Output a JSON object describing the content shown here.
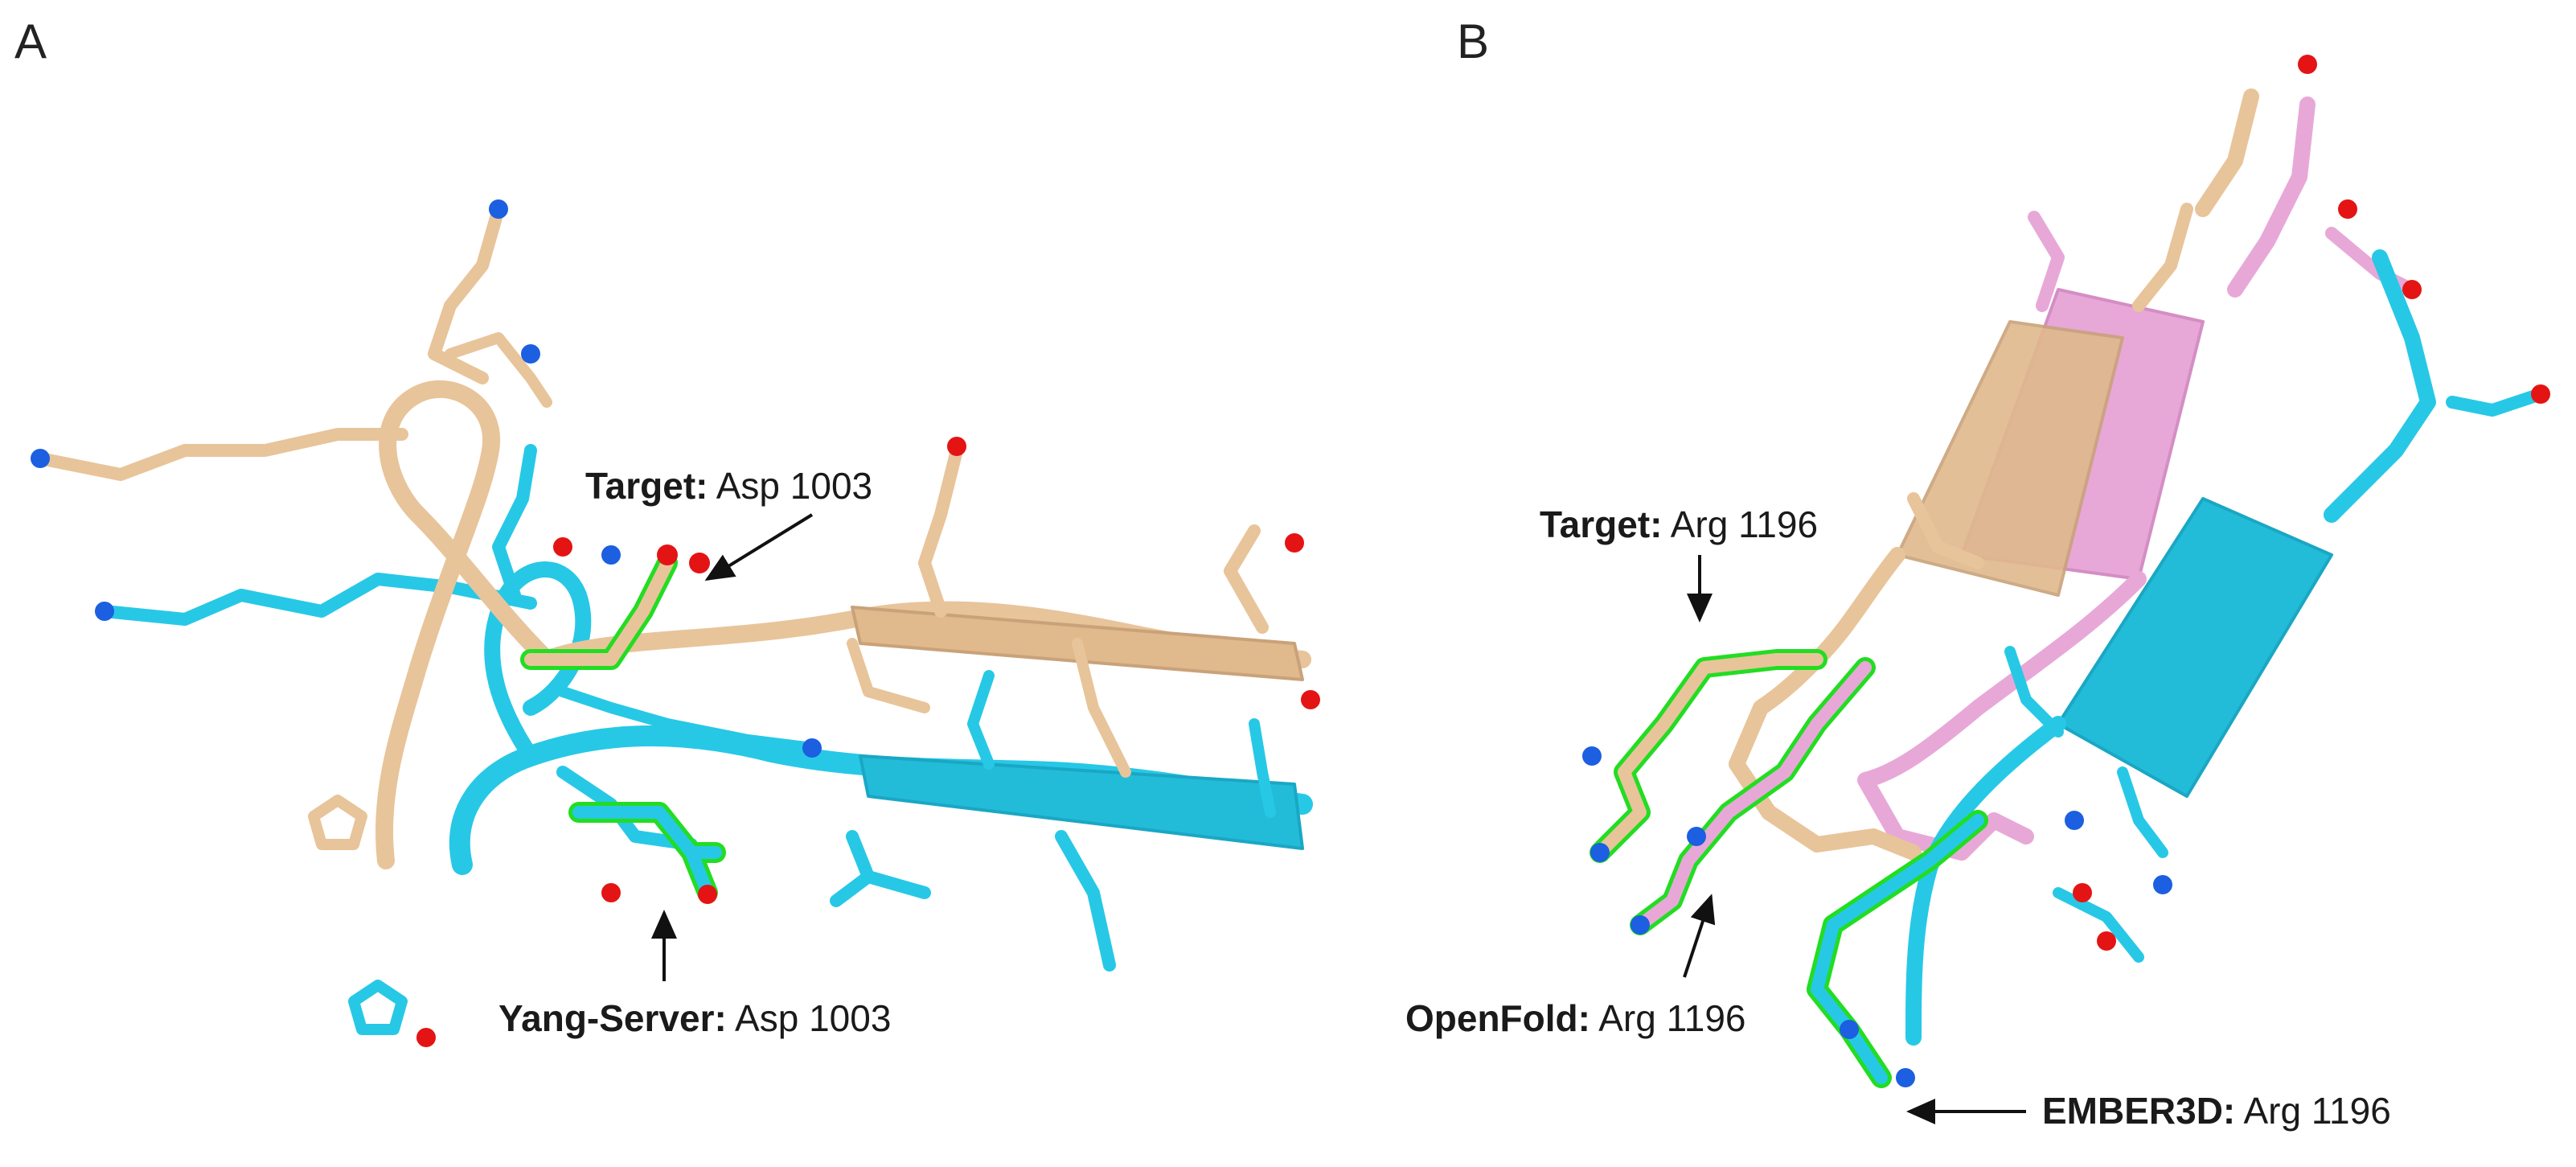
{
  "panels": [
    {
      "id": "A",
      "letter": "A",
      "labels": [
        {
          "bold": "Target:",
          "text": " Asp 1003"
        },
        {
          "bold": "Yang-Server:",
          "text": " Asp 1003"
        }
      ]
    },
    {
      "id": "B",
      "letter": "B",
      "labels": [
        {
          "bold": "Target:",
          "text": " Arg 1196"
        },
        {
          "bold": "OpenFold:",
          "text": " Arg 1196"
        },
        {
          "bold": "EMBER3D:",
          "text": " Arg 1196"
        }
      ]
    }
  ],
  "colors": {
    "target": "#e8c49a",
    "model_cyan": "#27c8e6",
    "model_pink": "#e7a8d8",
    "oxygen": "#e41414",
    "nitrogen": "#1c5fe0",
    "highlight": "#22dd22",
    "arrow": "#111111"
  }
}
